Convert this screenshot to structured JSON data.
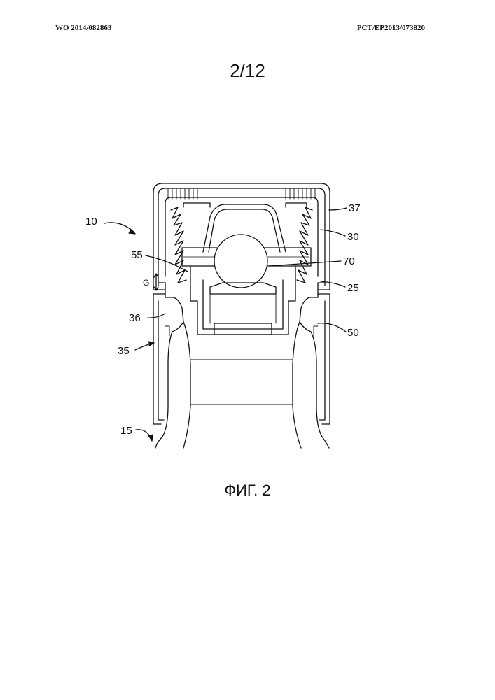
{
  "header": {
    "publication_number": "WO 2014/082863",
    "application_number": "PCT/EP2013/073820"
  },
  "sheet_number": "2/12",
  "figure": {
    "caption": "ФИГ. 2",
    "reference_labels": {
      "r10": "10",
      "r37": "37",
      "r30": "30",
      "r55": "55",
      "r70": "70",
      "rG": "G",
      "r25": "25",
      "r36": "36",
      "r50": "50",
      "r35": "35",
      "r15": "15"
    }
  }
}
